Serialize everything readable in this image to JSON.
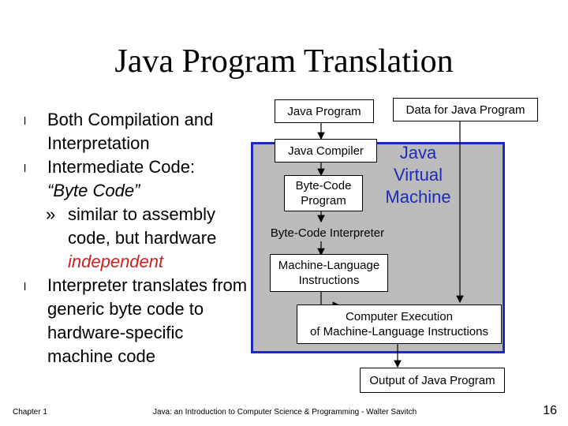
{
  "title": "Java Program Translation",
  "bullets": {
    "marker": "l",
    "sub_marker": "»",
    "item1": "Both Compilation and Interpretation",
    "item2_line1": "Intermediate Code:",
    "item2_line2": "“Byte Code”",
    "sub_text": "similar to assembly code, but hardware",
    "sub_highlight": "independent",
    "item3": "Interpreter translates from generic byte code to hardware-specific machine code"
  },
  "diagram": {
    "java_program": "Java Program",
    "data_for_java_program": "Data for Java Program",
    "java_compiler": "Java Compiler",
    "byte_code_program": "Byte-Code Program",
    "jvm_label": "Java Virtual Machine",
    "byte_code_interpreter": "Byte-Code Interpreter",
    "machine_language_instructions": "Machine-Language Instructions",
    "computer_execution_line1": "Computer Execution",
    "computer_execution_line2": "of Machine-Language Instructions",
    "output": "Output of Java Program"
  },
  "colors": {
    "panel_border": "#1e2bb8",
    "panel_fill": "#bbbbbb",
    "highlight": "#cc2222"
  },
  "footer": {
    "chapter": "Chapter 1",
    "book": "Java: an Introduction to Computer Science & Programming - Walter Savitch",
    "page": "16"
  }
}
